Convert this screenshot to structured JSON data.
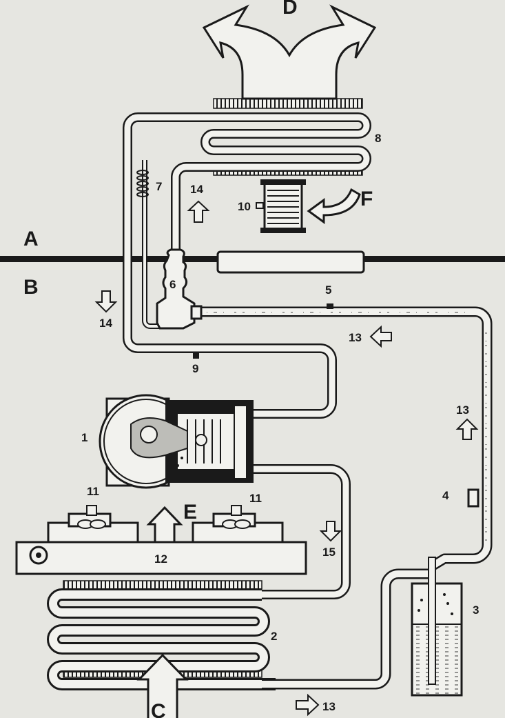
{
  "labels": {
    "a": "A",
    "b": "B",
    "c": "C",
    "d": "D",
    "e": "E",
    "f": "F",
    "n1": "1",
    "n2": "2",
    "n3": "3",
    "n4": "4",
    "n5": "5",
    "n6": "6",
    "n7": "7",
    "n8": "8",
    "n9": "9",
    "n10": "10",
    "n11a": "11",
    "n11b": "11",
    "n12": "12",
    "n13a": "13",
    "n13b": "13",
    "n13c": "13",
    "n14a": "14",
    "n14b": "14",
    "n15": "15"
  },
  "colors": {
    "background": "#e6e6e1",
    "ink": "#1a1a1a",
    "fill": "#f2f2ee"
  }
}
